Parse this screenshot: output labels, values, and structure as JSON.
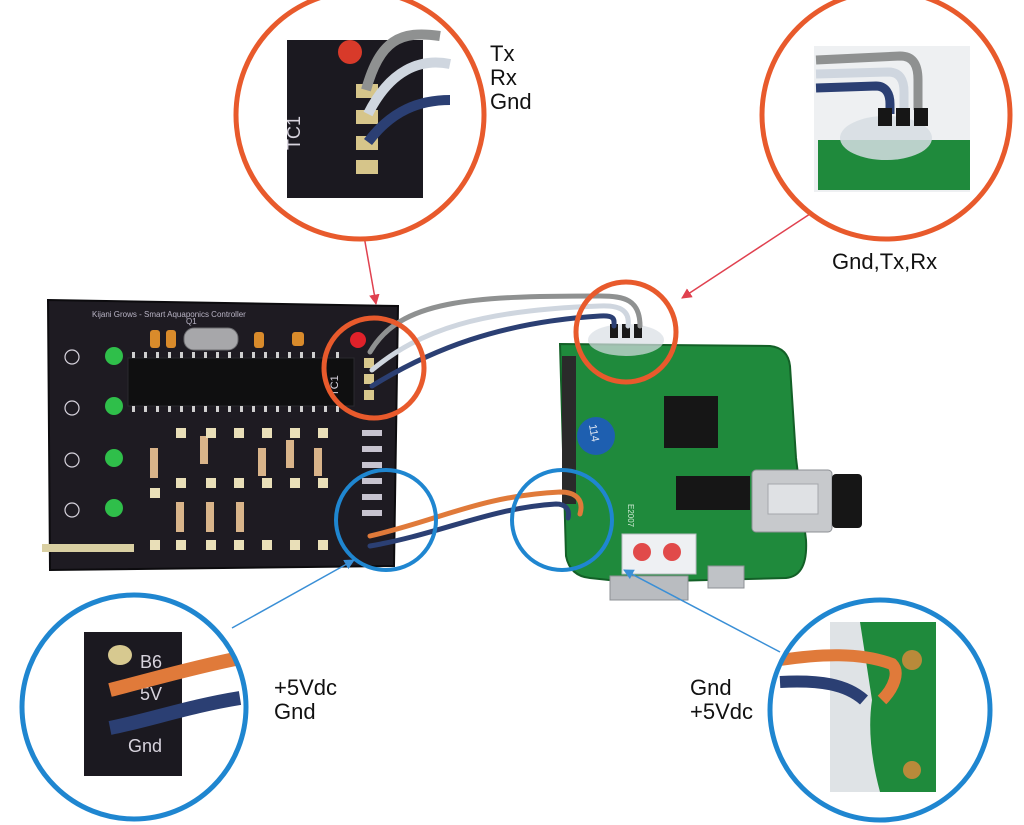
{
  "colors": {
    "callout_red": "#e85a2c",
    "callout_blue": "#1f86d0",
    "red_arrow": "#e0414f",
    "blue_arrow": "#3a8fd6",
    "controller_board": "#1e1b22",
    "wifi_board": "#1f8a3c",
    "wire_gray": "#8f9191",
    "wire_white": "#cfd6df",
    "wire_navy": "#2b3f73",
    "wire_orange": "#e07a3a"
  },
  "controller_board": {
    "silkscreen_title": "Kijani Grows  -  Smart Aquaponics Controller",
    "tc1_label": "TC1",
    "q1_label": "Q1",
    "pin_labels": [
      "B6",
      "5V",
      "Gnd"
    ]
  },
  "wifi_board": {
    "badge_text": "114",
    "board_text": "E2007"
  },
  "labels": {
    "top_left_callout": [
      "Tx",
      "Rx",
      "Gnd"
    ],
    "top_right_callout": "Gnd,Tx,Rx",
    "bottom_left_callout": [
      "+5Vdc",
      "Gnd"
    ],
    "bottom_right_callout": [
      "Gnd",
      "+5Vdc"
    ]
  }
}
